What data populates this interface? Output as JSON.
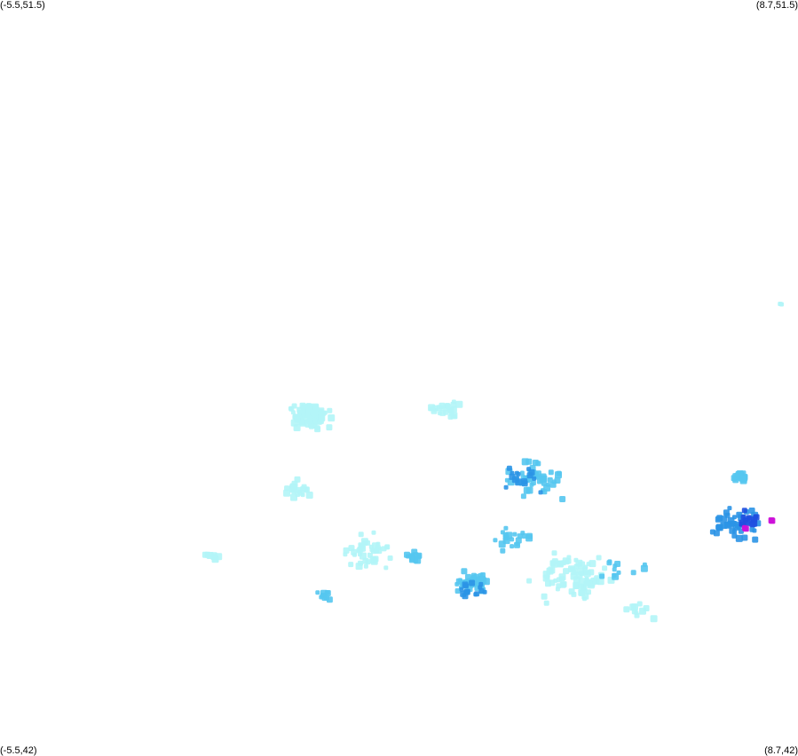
{
  "map": {
    "corner_labels": {
      "top_left": "(-5.5,51.5)",
      "top_right": "(8.7,51.5)",
      "bottom_left": "(-5.5,42)",
      "bottom_right": "(8.7,42)"
    },
    "extent": {
      "lon_min": -5.5,
      "lon_max": 8.7,
      "lat_min": 42,
      "lat_max": 51.5
    },
    "intensity_colors": {
      "1": "#b3f5f7",
      "2": "#55c6f0",
      "3": "#2b93e6",
      "4": "#1f4fe0",
      "5": "#cc10d8"
    },
    "clusters": [
      {
        "name": "north-sea-cell",
        "lon": 8.35,
        "lat": 47.7,
        "level": 1,
        "spread": 0.02,
        "count": 3
      },
      {
        "name": "west-large",
        "lon": -0.0,
        "lat": 46.3,
        "level": 1,
        "spread": 0.3,
        "count": 90
      },
      {
        "name": "west-mid",
        "lon": 2.4,
        "lat": 46.4,
        "level": 1,
        "spread": 0.2,
        "count": 25
      },
      {
        "name": "west-scatter",
        "lon": -0.3,
        "lat": 45.4,
        "level": 1,
        "spread": 0.2,
        "count": 20
      },
      {
        "name": "center-band",
        "lon": 3.9,
        "lat": 45.55,
        "level": 2,
        "spread": 0.5,
        "count": 45
      },
      {
        "name": "center-band-dark",
        "lon": 3.8,
        "lat": 45.5,
        "level": 3,
        "spread": 0.35,
        "count": 15
      },
      {
        "name": "east-bar",
        "lon": 7.6,
        "lat": 45.55,
        "level": 2,
        "spread": 0.1,
        "count": 25
      },
      {
        "name": "east-core",
        "lon": 7.5,
        "lat": 44.95,
        "level": 3,
        "spread": 0.4,
        "count": 40
      },
      {
        "name": "east-core-deep",
        "lon": 7.75,
        "lat": 45.0,
        "level": 4,
        "spread": 0.2,
        "count": 14
      },
      {
        "name": "east-peak-a",
        "lon": 7.7,
        "lat": 44.9,
        "level": 5,
        "spread": 0.03,
        "count": 3
      },
      {
        "name": "east-peak-b",
        "lon": 8.2,
        "lat": 45.0,
        "level": 5,
        "spread": 0.03,
        "count": 2
      },
      {
        "name": "south-blob",
        "lon": 2.8,
        "lat": 44.2,
        "level": 2,
        "spread": 0.3,
        "count": 40
      },
      {
        "name": "south-blob-dark",
        "lon": 2.85,
        "lat": 44.1,
        "level": 3,
        "spread": 0.2,
        "count": 15
      },
      {
        "name": "mid-cells",
        "lon": 3.5,
        "lat": 44.75,
        "level": 2,
        "spread": 0.3,
        "count": 20
      },
      {
        "name": "south-light",
        "lon": 4.7,
        "lat": 44.3,
        "level": 1,
        "spread": 0.6,
        "count": 80
      },
      {
        "name": "sw-light",
        "lon": 1.0,
        "lat": 44.6,
        "level": 1,
        "spread": 0.4,
        "count": 40
      },
      {
        "name": "sw-cells",
        "lon": 1.8,
        "lat": 44.55,
        "level": 2,
        "spread": 0.15,
        "count": 12
      },
      {
        "name": "sw-small",
        "lon": 0.2,
        "lat": 44.05,
        "level": 2,
        "spread": 0.12,
        "count": 10
      },
      {
        "name": "far-west",
        "lon": -1.8,
        "lat": 44.55,
        "level": 1,
        "spread": 0.1,
        "count": 8
      },
      {
        "name": "scatter-a",
        "lon": 5.5,
        "lat": 44.4,
        "level": 2,
        "spread": 0.4,
        "count": 12
      },
      {
        "name": "scatter-b",
        "lon": 5.8,
        "lat": 43.9,
        "level": 1,
        "spread": 0.3,
        "count": 10
      }
    ]
  }
}
